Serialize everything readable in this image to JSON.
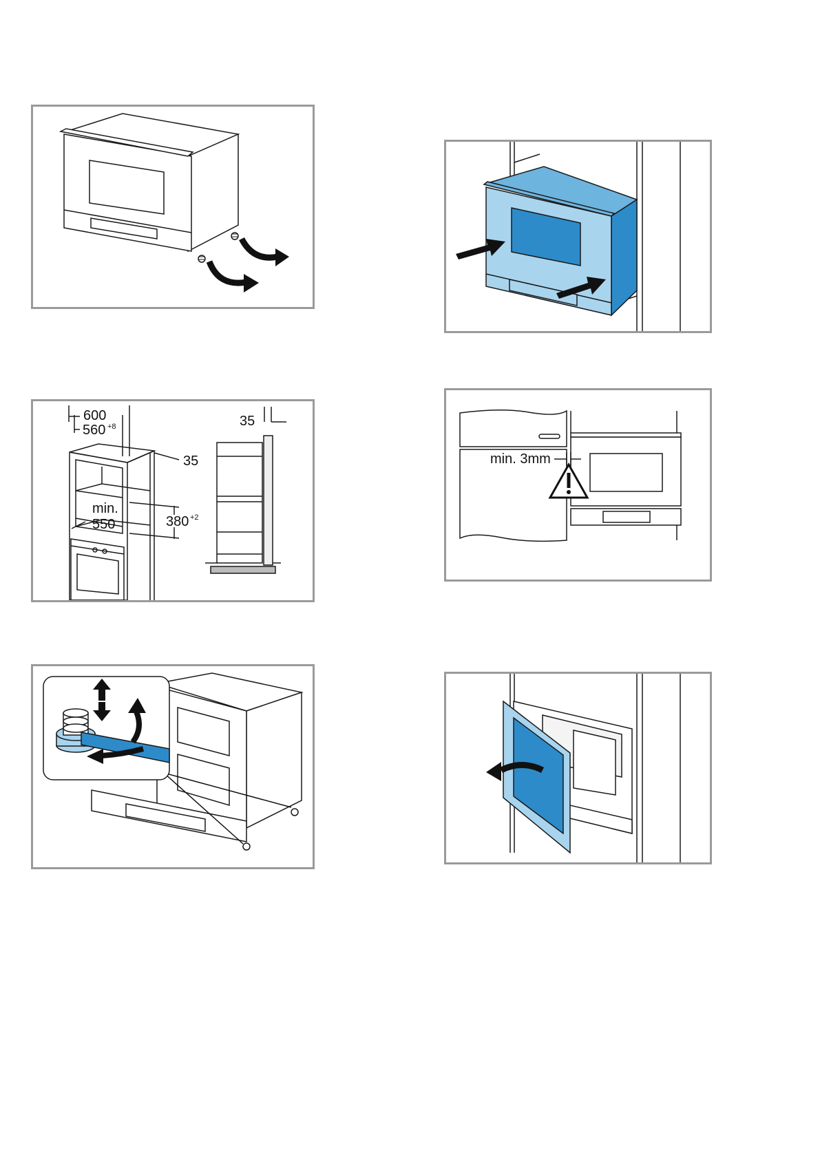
{
  "figures": {
    "remove_feet": {},
    "insert_appliance": {},
    "cabinet_dimensions": {
      "dim_width_total": "600",
      "dim_width_inner": "560",
      "dim_width_inner_tol": "+8",
      "dim_depth_edge": "35",
      "dim_min_label": "min.",
      "dim_min_value": "550",
      "dim_height": "380",
      "dim_height_tol": "+2",
      "dim_side_offset": "35"
    },
    "door_gap": {
      "gap_label": "min. 3mm"
    },
    "adjust_feet": {},
    "open_door": {}
  },
  "colors": {
    "frame": "#9a9a9a",
    "blue_light": "#a9d4ee",
    "blue_mid": "#6db4df",
    "blue_dark": "#2e8bc9",
    "line": "#1a1a1a"
  }
}
